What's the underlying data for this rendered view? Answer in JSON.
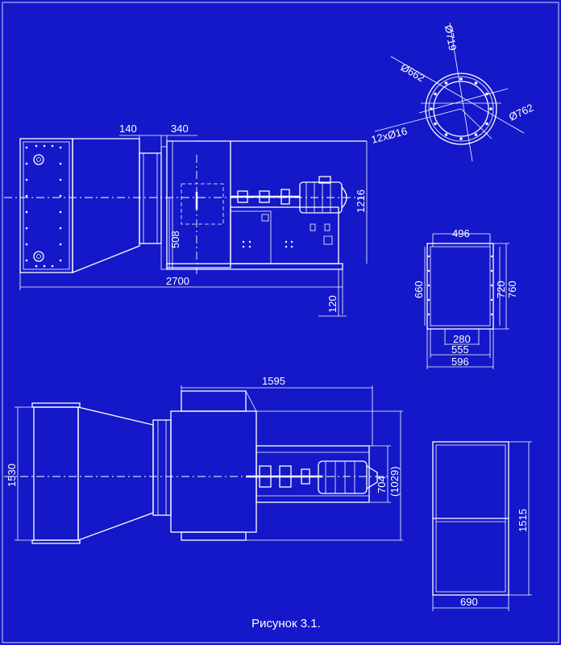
{
  "caption": "Рисунок 3.1.",
  "colors": {
    "background": "#1418c8",
    "lines": "#ffffff"
  },
  "side_view": {
    "dim_140": "140",
    "dim_340": "340",
    "dim_508": "508",
    "dim_1216": "1216",
    "dim_2700": "2700",
    "dim_120": "120"
  },
  "flange_detail": {
    "d662": "Ø662",
    "d719": "Ø719",
    "d762": "Ø762",
    "holes": "12хØ16"
  },
  "outlet_view": {
    "dim_496": "496",
    "dim_660": "660",
    "dim_720": "720",
    "dim_760": "760",
    "dim_280": "280",
    "dim_555": "555",
    "dim_596": "596"
  },
  "top_view": {
    "dim_1595": "1595",
    "dim_1530": "1530",
    "dim_704": "704",
    "dim_1029": "(1029)"
  },
  "inlet_view": {
    "dim_1515": "1515",
    "dim_690": "690"
  }
}
